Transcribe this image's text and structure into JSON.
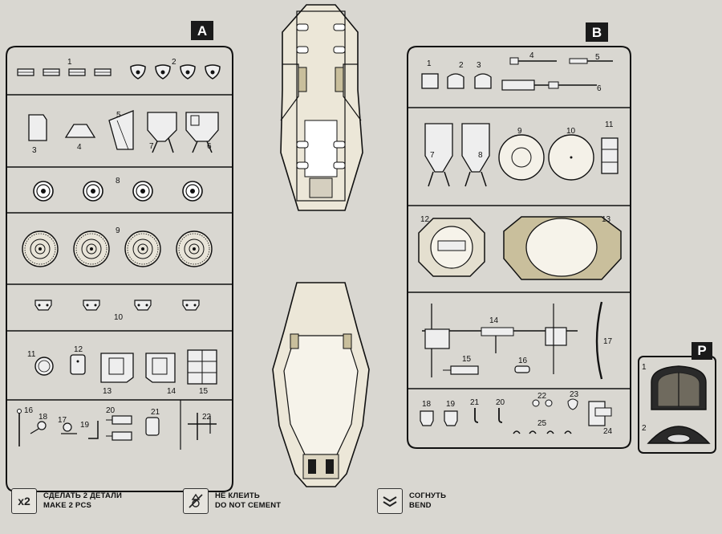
{
  "sprues": {
    "a": {
      "letter": "A",
      "parts": [
        "1",
        "2",
        "3",
        "4",
        "5",
        "7",
        "6",
        "8",
        "9",
        "10",
        "11",
        "12",
        "13",
        "14",
        "15",
        "16",
        "18",
        "17",
        "19",
        "20",
        "21",
        "22"
      ]
    },
    "b": {
      "letter": "B",
      "parts": [
        "1",
        "2",
        "3",
        "4",
        "5",
        "6",
        "7",
        "8",
        "9",
        "10",
        "11",
        "12",
        "13",
        "14",
        "15",
        "16",
        "17",
        "18",
        "19",
        "21",
        "20",
        "22",
        "23",
        "25",
        "24"
      ]
    },
    "p": {
      "letter": "P",
      "parts": [
        "1",
        "2"
      ]
    }
  },
  "legend": [
    {
      "symbol": "x2",
      "ru": "СДЕЛАТЬ  2 ДЕТАЛИ",
      "en": "MAKE 2 PCS"
    },
    {
      "symbol": "glue-crossed-icon",
      "ru": "НЕ КЛЕИТЬ",
      "en": "DO NOT CEMENT"
    },
    {
      "symbol": "bend-icon",
      "ru": "СОГНУТЬ",
      "en": "BEND"
    }
  ],
  "colors": {
    "paper": "#d9d7d1",
    "ink": "#1a1a1a",
    "badge": "#1a1a1a",
    "tan": "#c9bf9c"
  }
}
